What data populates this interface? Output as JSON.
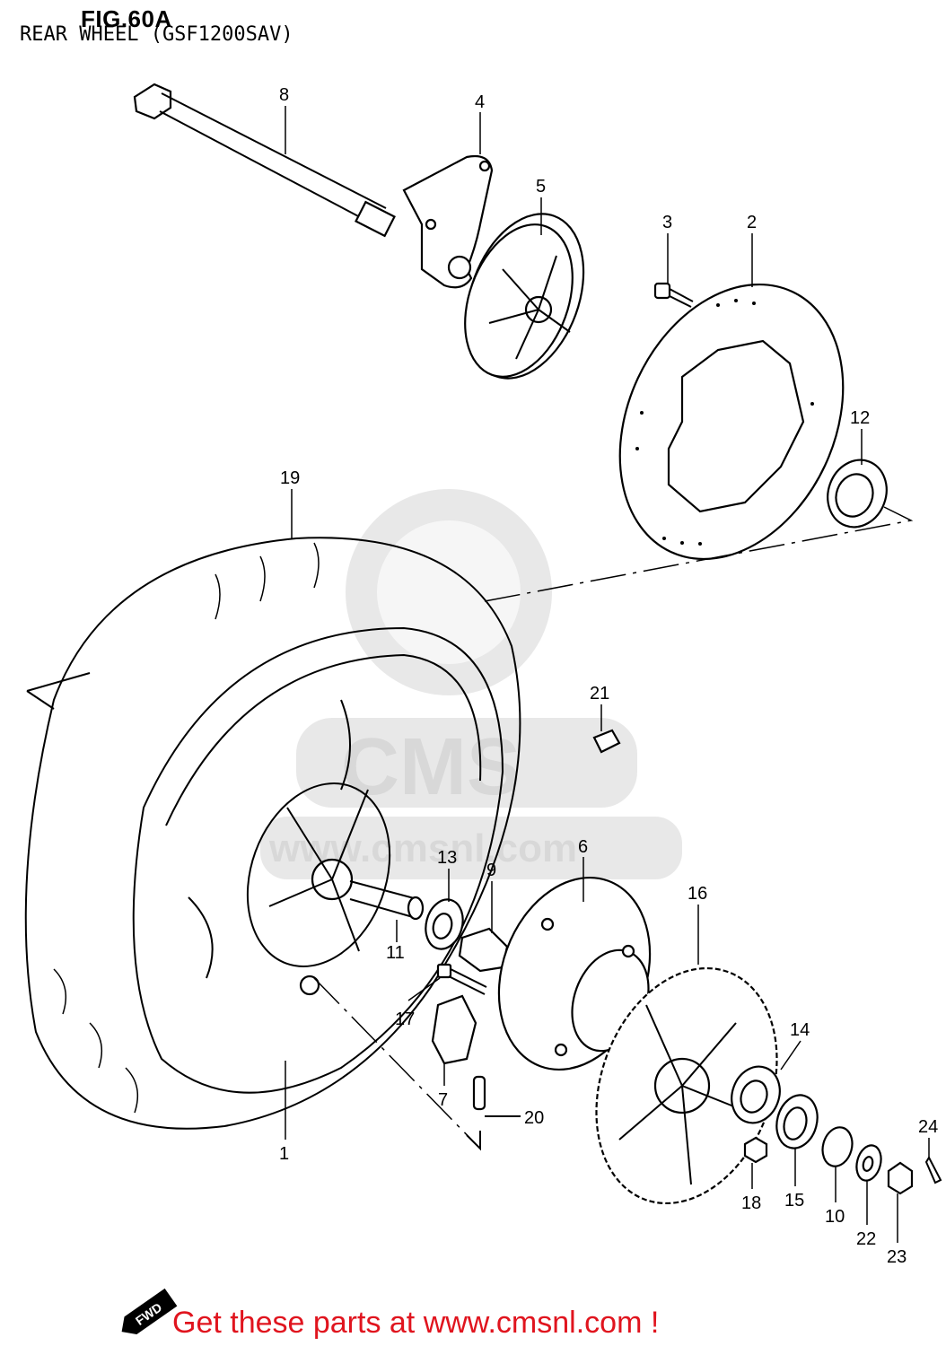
{
  "figure": {
    "title": "FIG.60A",
    "subtitle": "REAR WHEEL (GSF1200SAV)"
  },
  "watermark": {
    "logo_text": "CMS",
    "url_text": "www.cmsnl.com"
  },
  "fwd_badge": "FWD",
  "footer_text": "Get these parts at www.cmsnl.com !",
  "footer_color": "#e0141e",
  "callouts": [
    "8",
    "4",
    "5",
    "3",
    "2",
    "12",
    "19",
    "21",
    "13",
    "9",
    "6",
    "16",
    "11",
    "17",
    "14",
    "7",
    "20",
    "1",
    "24",
    "18",
    "15",
    "10",
    "22",
    "23"
  ]
}
